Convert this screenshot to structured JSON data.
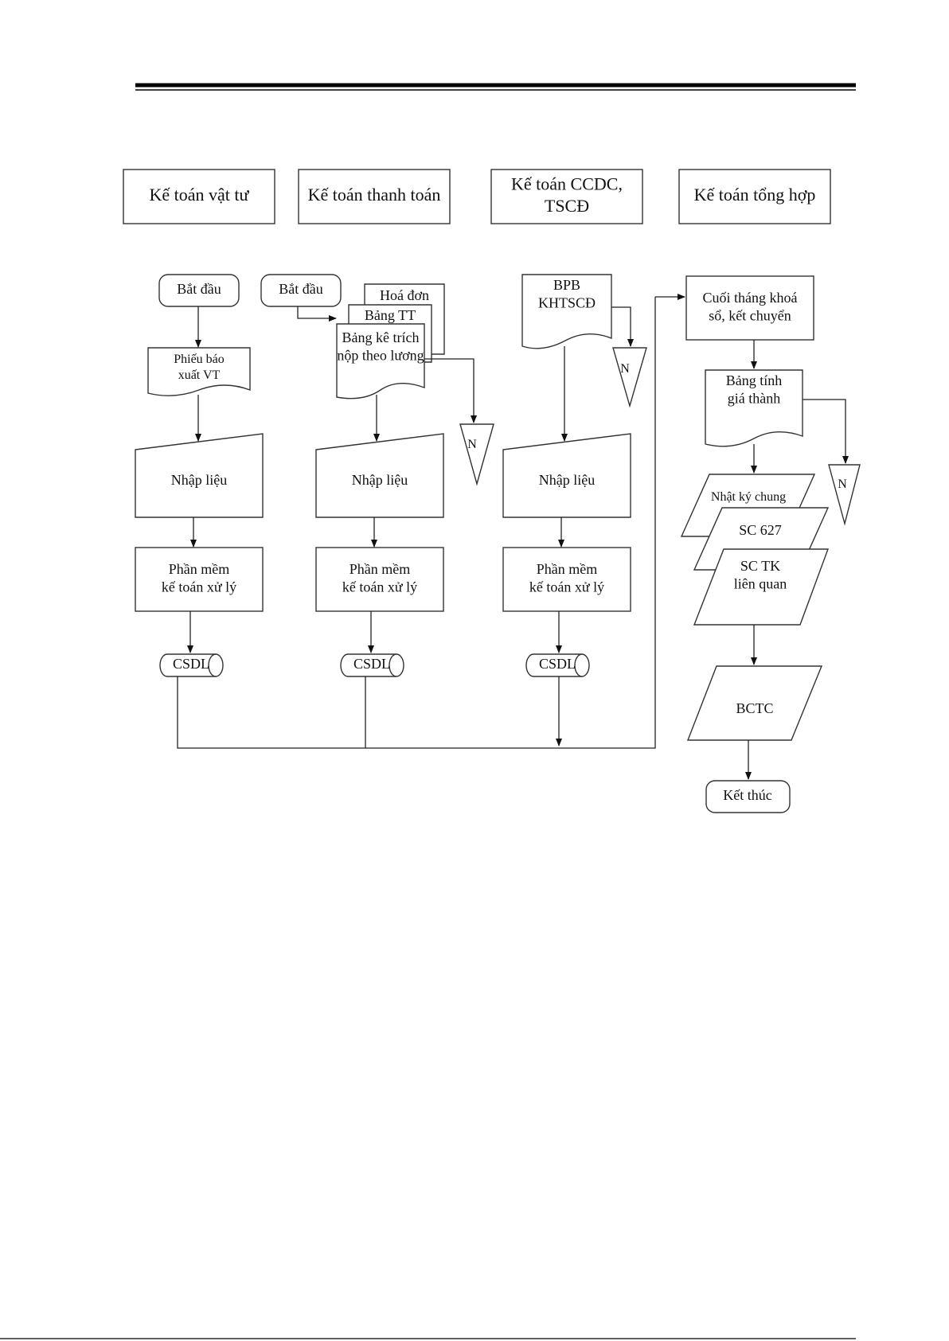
{
  "lanes": [
    {
      "label": [
        "Kế toán vật tư"
      ]
    },
    {
      "label": [
        "Kế toán thanh toán"
      ]
    },
    {
      "label": [
        "Kế toán CCDC,",
        "TSCĐ"
      ]
    },
    {
      "label": [
        "Kế toán tổng hợp"
      ]
    }
  ],
  "nodes": {
    "start1": [
      "Bắt đầu"
    ],
    "start2": [
      "Bắt đầu"
    ],
    "doc_vt": [
      "Phiếu báo",
      "xuất VT"
    ],
    "doc_hoadon": [
      "Hoá đơn"
    ],
    "doc_bangtt": [
      "Bảng TT"
    ],
    "doc_bangke": [
      "Bảng kê trích",
      "nộp theo lương"
    ],
    "doc_bpb": [
      "BPB",
      "KHTSCĐ"
    ],
    "input1": [
      "Nhập liệu"
    ],
    "input2": [
      "Nhập liệu"
    ],
    "input3": [
      "Nhập liệu"
    ],
    "proc1": [
      "Phần mềm",
      "kế toán xử lý"
    ],
    "proc2": [
      "Phần mềm",
      "kế toán xử lý"
    ],
    "proc3": [
      "Phần mềm",
      "kế toán xử lý"
    ],
    "db1": [
      "CSDL"
    ],
    "db2": [
      "CSDL"
    ],
    "db3": [
      "CSDL"
    ],
    "store1": [
      "N"
    ],
    "store2": [
      "N"
    ],
    "store3": [
      "N"
    ],
    "close": [
      "Cuối tháng khoá",
      "sổ, kết chuyển"
    ],
    "doc_giathanh": [
      "Bảng tính",
      "giá thành"
    ],
    "out_nkc": [
      "Nhật ký chung"
    ],
    "out_sc627": [
      "SC 627"
    ],
    "out_sctk": [
      "SC TK",
      "liên quan"
    ],
    "out_bctc": [
      "BCTC"
    ],
    "end": [
      "Kết thúc"
    ]
  }
}
